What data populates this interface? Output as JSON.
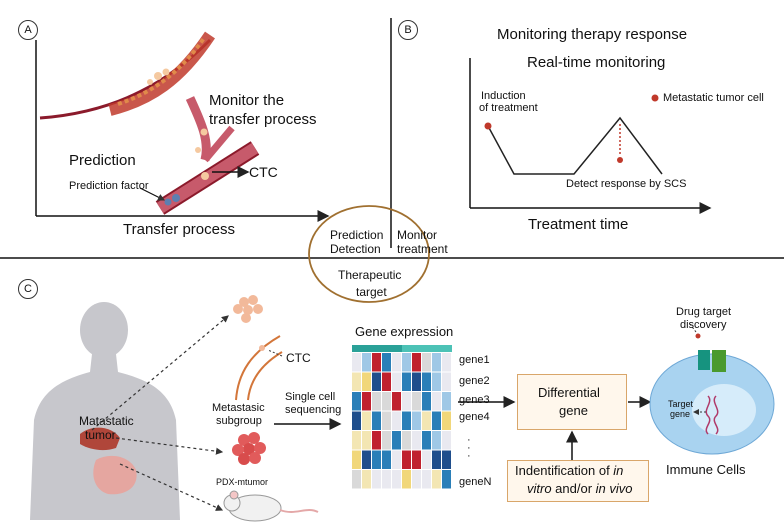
{
  "panel_a": {
    "label": "A",
    "prediction": "Prediction",
    "prediction_factor": "Prediction factor",
    "monitor_line1": "Monitor the",
    "monitor_line2": "transfer process",
    "ctc": "CTC",
    "x_axis": "Transfer process"
  },
  "panel_b": {
    "label": "B",
    "title": "Monitoring therapy response",
    "subtitle": "Real-time monitoring",
    "induction_line1": "Induction",
    "induction_line2": "of treatment",
    "legend": "Metastatic tumor cell",
    "detect": "Detect response by SCS",
    "x_axis": "Treatment time",
    "dot_color": "#c0392b"
  },
  "center": {
    "prediction": "Prediction",
    "detection": "Detection",
    "monitor": "Monitor",
    "treatment": "treatment",
    "therapeutic": "Therapeutic",
    "target": "target"
  },
  "panel_c": {
    "label": "C",
    "tumor_line1": "Matastatic",
    "tumor_line2": "tumor",
    "ctc": "CTC",
    "subgroup_line1": "Metastasic",
    "subgroup_line2": "subgroup",
    "pdx": "PDX-mtumor",
    "sequencing_line1": "Single cell",
    "sequencing_line2": "sequencing",
    "gene_expression": "Gene expression",
    "genes": [
      "gene1",
      "gene2",
      "gene3",
      "gene4",
      "geneN"
    ],
    "differential_line1": "Differential",
    "differential_line2": "gene",
    "identification_line1_a": "Indentification of ",
    "identification_line1_b": "in",
    "identification_line2_a": "vitro",
    "identification_line2_b": " and/or ",
    "identification_line2_c": "in vivo",
    "drug_line1": "Drug target",
    "drug_line2": "discovery",
    "target_line1": "Target",
    "target_line2": "gene",
    "immune": "Immune Cells"
  }
}
